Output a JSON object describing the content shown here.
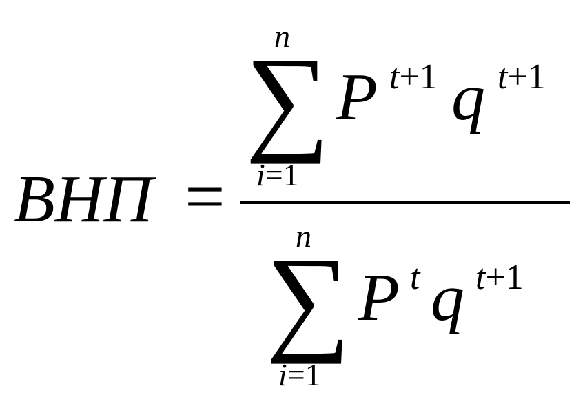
{
  "formula": {
    "lhs": "ВНП",
    "equals": "=",
    "numerator": {
      "sum_upper": "n",
      "sum_symbol": "∑",
      "sum_lower_var": "i",
      "sum_lower_eq": "=1",
      "price_symbol": "P",
      "price_exp_var": "t",
      "price_exp_rest": "+1",
      "quantity_symbol": "q",
      "quantity_exp_var": "t",
      "quantity_exp_rest": "+1"
    },
    "denominator": {
      "sum_upper": "n",
      "sum_symbol": "∑",
      "sum_lower_var": "i",
      "sum_lower_eq": "=1",
      "price_symbol": "P",
      "price_exp_var": "t",
      "quantity_symbol": "q",
      "quantity_exp_var": "t",
      "quantity_exp_rest": "+1"
    }
  }
}
